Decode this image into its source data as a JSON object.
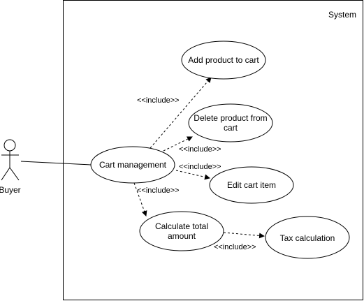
{
  "diagram": {
    "system_label": "System",
    "actor": {
      "name": "Buyer"
    },
    "use_cases": {
      "cart_management": "Cart management",
      "add_product": "Add product to cart",
      "delete_product_line1": "Delete product from",
      "delete_product_line2": "cart",
      "edit_cart_item": "Edit cart item",
      "calculate_total_line1": "Calculate total",
      "calculate_total_line2": "amount",
      "tax_calculation": "Tax calculation"
    },
    "relations": {
      "include_add": "<<include>>",
      "include_delete": "<<include>>",
      "include_edit": "<<include>>",
      "include_calculate": "<<include>>",
      "include_tax": "<<include>>"
    },
    "colors": {
      "stroke": "#000000",
      "fill": "#ffffff",
      "background": "#ffffff"
    }
  }
}
